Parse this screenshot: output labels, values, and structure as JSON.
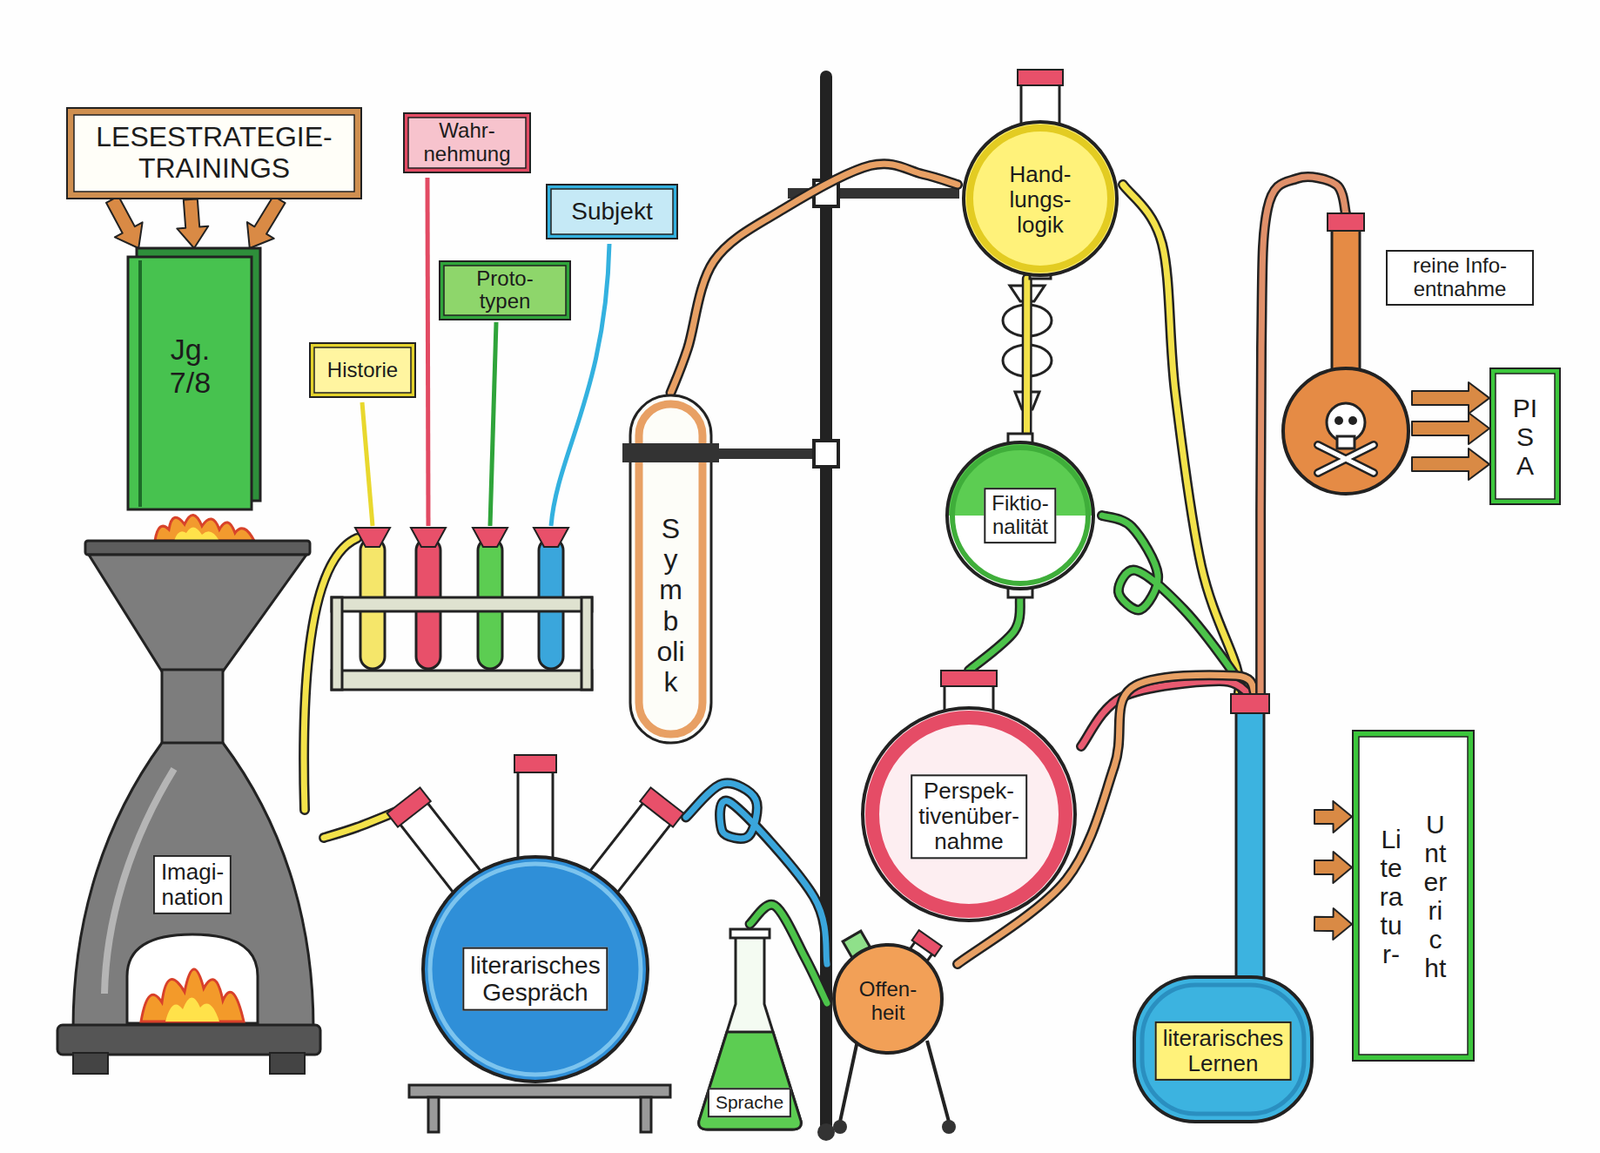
{
  "diagram": {
    "nodes": [
      {
        "text": [
          "LESESTRATEGIE- TRAININGS"
        ]
      },
      {
        "text": [
          "Wahr- nehmung"
        ]
      },
      {
        "text": [
          "Subjekt"
        ]
      },
      {
        "text": [
          "Proto- typen"
        ]
      },
      {
        "text": [
          "Jg. 7/8"
        ]
      },
      {
        "text": [
          "Historie"
        ]
      },
      {
        "text": [
          "reine Info- entnahme"
        ]
      },
      {
        "text": [
          "PISA"
        ]
      },
      {
        "text": [
          "Hand- lungs- logik"
        ]
      },
      {
        "text": [
          "Symbolik"
        ]
      },
      {
        "text": [
          "Fiktio- nalität"
        ]
      },
      {
        "text": [
          "Literatur-",
          "Unterricht"
        ]
      },
      {
        "text": [
          "Imagi- nation"
        ]
      },
      {
        "text": [
          "Perspek- tivenüber- nahme"
        ]
      },
      {
        "text": [
          "literarisches Gespräch"
        ]
      },
      {
        "text": [
          "Offen- heit"
        ]
      },
      {
        "text": [
          "Sprache"
        ]
      },
      {
        "text": [
          "literarisches Lernen"
        ]
      }
    ],
    "edges": [
      {
        "from": 0,
        "to": 4,
        "arrow": "to"
      },
      {
        "from": 0,
        "to": 4,
        "arrow": "to"
      },
      {
        "from": 0,
        "to": 4,
        "arrow": "to"
      },
      {
        "from": 6,
        "to": 7,
        "arrow": "to"
      },
      {
        "from": 6,
        "to": 7,
        "arrow": "to"
      },
      {
        "from": 6,
        "to": 7,
        "arrow": "to"
      },
      {
        "from": 17,
        "to": 11,
        "arrow": "to"
      },
      {
        "from": 17,
        "to": 11,
        "arrow": "to"
      },
      {
        "from": 17,
        "to": 11,
        "arrow": "to"
      },
      {
        "from": 12,
        "to": 14,
        "arrow": "none"
      },
      {
        "from": 9,
        "to": 8,
        "arrow": "none"
      },
      {
        "from": 8,
        "to": 10,
        "arrow": "none"
      },
      {
        "from": 8,
        "to": 17,
        "arrow": "none"
      },
      {
        "from": 10,
        "to": 17,
        "arrow": "none"
      },
      {
        "from": 10,
        "to": 13,
        "arrow": "none"
      },
      {
        "from": 13,
        "to": 17,
        "arrow": "none"
      },
      {
        "from": 15,
        "to": 17,
        "arrow": "none"
      },
      {
        "from": 14,
        "to": 15,
        "arrow": "none"
      },
      {
        "from": 16,
        "to": 15,
        "arrow": "none"
      },
      {
        "from": 17,
        "to": 6,
        "arrow": "none"
      }
    ]
  }
}
